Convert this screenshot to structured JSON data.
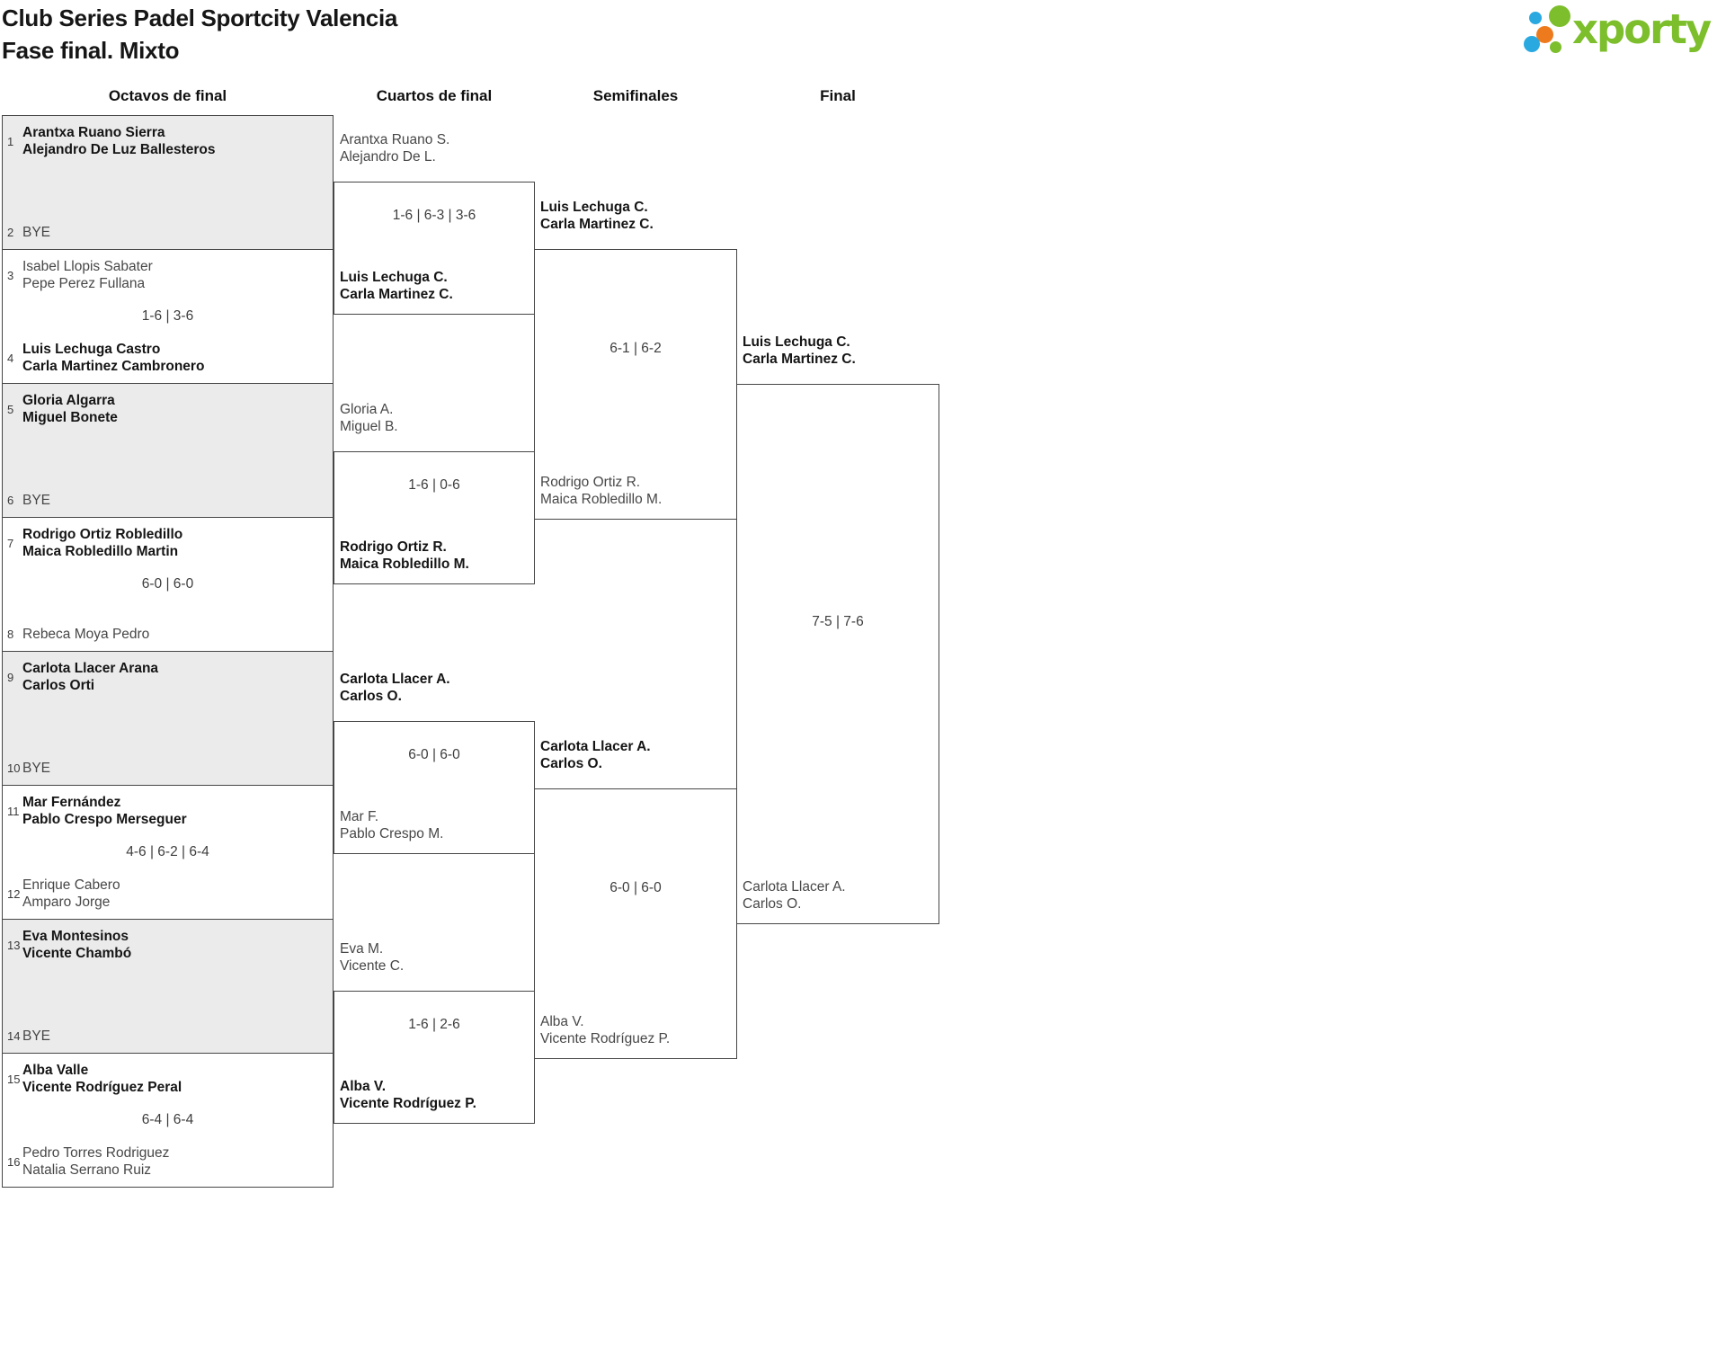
{
  "header": {
    "title_line1": "Club Series Padel Sportcity Valencia",
    "title_line2": "Fase final. Mixto",
    "logo_text": "xporty"
  },
  "palette": {
    "logo_green": "#7cbe2b",
    "logo_blue": "#2aa9e1",
    "logo_orange": "#ed7b1d",
    "shaded_row": "#ebebeb",
    "box_border": "#464646"
  },
  "round_headers": {
    "octavos": "Octavos de final",
    "cuartos": "Cuartos de final",
    "semifinales": "Semifinales",
    "final": "Final"
  },
  "octavos": [
    {
      "top": {
        "seed": "1",
        "line1": "Arantxa Ruano Sierra",
        "line2": "Alejandro De Luz Ballesteros"
      },
      "score": "",
      "bottom": {
        "seed": "2",
        "line1": "BYE",
        "line2": ""
      }
    },
    {
      "top": {
        "seed": "3",
        "line1": "Isabel Llopis Sabater",
        "line2": "Pepe Perez Fullana"
      },
      "score": "1-6 | 3-6",
      "bottom": {
        "seed": "4",
        "line1": "Luis Lechuga Castro",
        "line2": "Carla Martinez Cambronero"
      }
    },
    {
      "top": {
        "seed": "5",
        "line1": "Gloria Algarra",
        "line2": "Miguel Bonete"
      },
      "score": "",
      "bottom": {
        "seed": "6",
        "line1": "BYE",
        "line2": ""
      }
    },
    {
      "top": {
        "seed": "7",
        "line1": "Rodrigo Ortiz Robledillo",
        "line2": "Maica Robledillo Martin"
      },
      "score": "6-0 | 6-0",
      "bottom": {
        "seed": "8",
        "line1": "Rebeca Moya Pedro",
        "line2": ""
      }
    },
    {
      "top": {
        "seed": "9",
        "line1": "Carlota Llacer Arana",
        "line2": "Carlos Orti"
      },
      "score": "",
      "bottom": {
        "seed": "10",
        "line1": "BYE",
        "line2": ""
      }
    },
    {
      "top": {
        "seed": "11",
        "line1": "Mar Fernández",
        "line2": "Pablo Crespo Merseguer"
      },
      "score": "4-6 | 6-2 | 6-4",
      "bottom": {
        "seed": "12",
        "line1": "Enrique Cabero",
        "line2": "Amparo Jorge"
      }
    },
    {
      "top": {
        "seed": "13",
        "line1": "Eva Montesinos",
        "line2": "Vicente Chambó"
      },
      "score": "",
      "bottom": {
        "seed": "14",
        "line1": "BYE",
        "line2": ""
      }
    },
    {
      "top": {
        "seed": "15",
        "line1": "Alba Valle",
        "line2": "Vicente Rodríguez Peral"
      },
      "score": "6-4 | 6-4",
      "bottom": {
        "seed": "16",
        "line1": "Pedro Torres Rodriguez",
        "line2": "Natalia Serrano Ruiz"
      }
    }
  ],
  "cuartos": [
    {
      "top": {
        "line1": "Arantxa Ruano S.",
        "line2": "Alejandro De L."
      },
      "score": "1-6 | 6-3 | 3-6",
      "bottom": {
        "line1": "Luis Lechuga C.",
        "line2": "Carla Martinez C."
      }
    },
    {
      "top": {
        "line1": "Gloria A.",
        "line2": "Miguel B."
      },
      "score": "1-6 | 0-6",
      "bottom": {
        "line1": "Rodrigo Ortiz R.",
        "line2": "Maica Robledillo M."
      }
    },
    {
      "top": {
        "line1": "Carlota Llacer A.",
        "line2": "Carlos O."
      },
      "score": "6-0 | 6-0",
      "bottom": {
        "line1": "Mar F.",
        "line2": "Pablo Crespo M."
      }
    },
    {
      "top": {
        "line1": "Eva M.",
        "line2": "Vicente C."
      },
      "score": "1-6 | 2-6",
      "bottom": {
        "line1": "Alba V.",
        "line2": "Vicente Rodríguez P."
      }
    }
  ],
  "semifinales": [
    {
      "top": {
        "line1": "Luis Lechuga C.",
        "line2": "Carla Martinez C."
      },
      "score": "6-1 | 6-2",
      "bottom": {
        "line1": "Rodrigo Ortiz R.",
        "line2": "Maica Robledillo M."
      }
    },
    {
      "top": {
        "line1": "Carlota Llacer A.",
        "line2": "Carlos O."
      },
      "score": "6-0 | 6-0",
      "bottom": {
        "line1": "Alba V.",
        "line2": "Vicente Rodríguez P."
      }
    }
  ],
  "final": {
    "top": {
      "line1": "Luis Lechuga C.",
      "line2": "Carla Martinez C."
    },
    "score": "7-5 | 7-6",
    "bottom": {
      "line1": "Carlota Llacer A.",
      "line2": "Carlos O."
    }
  }
}
